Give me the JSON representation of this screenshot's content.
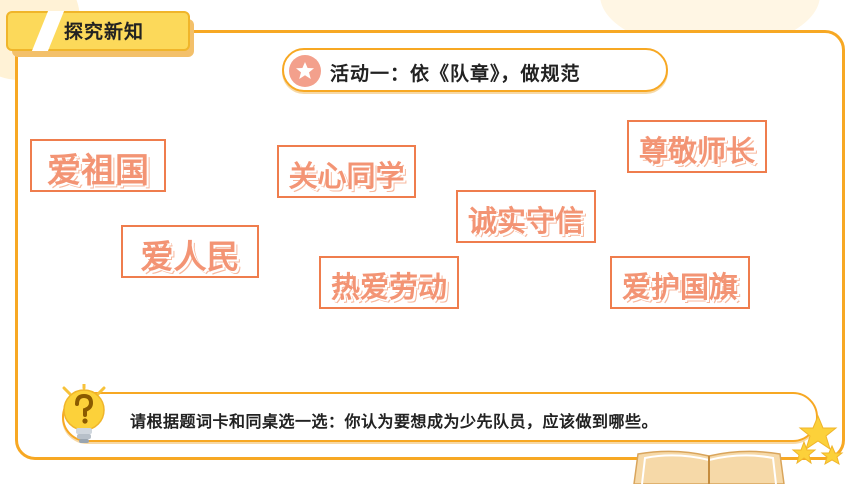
{
  "header": {
    "section_title": "探究新知",
    "activity_title": "活动一：依《队章》，做规范"
  },
  "cards": [
    {
      "label": "爱祖国"
    },
    {
      "label": "关心同学"
    },
    {
      "label": "尊敬师长"
    },
    {
      "label": "诚实守信"
    },
    {
      "label": "爱人民"
    },
    {
      "label": "热爱劳动"
    },
    {
      "label": "爱护国旗"
    }
  ],
  "question": {
    "icon": "question-bulb-icon",
    "text": "请根据题词卡和同桌选一选：你认为要想成为少先队员，应该做到哪些。"
  },
  "colors": {
    "frame_orange": "#f7a823",
    "tag_yellow": "#fcd95a",
    "card_border": "#ef7d4d",
    "card_text": "#f39474",
    "star_circle": "#f3a08c"
  }
}
